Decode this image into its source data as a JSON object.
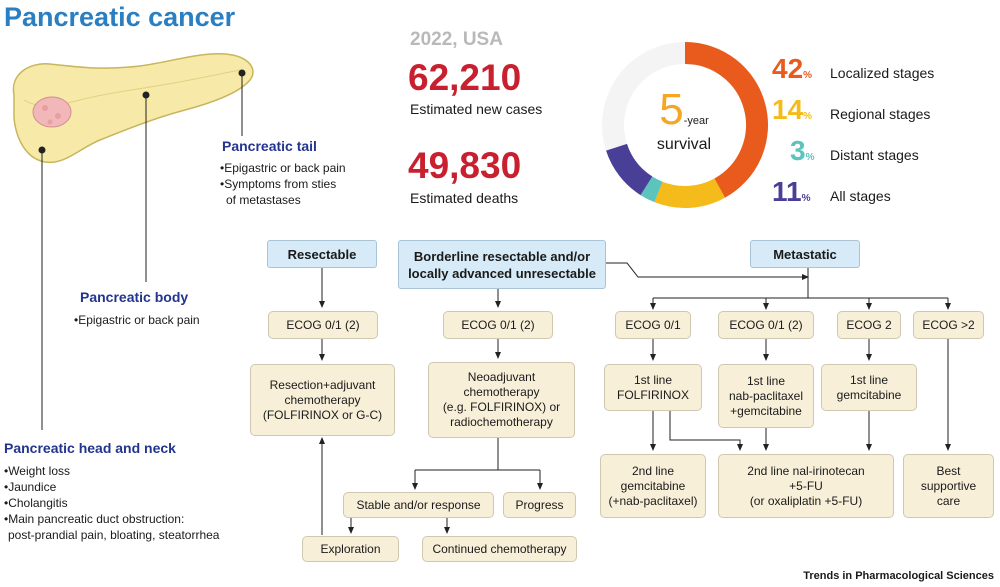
{
  "title": "Pancreatic cancer",
  "anatomy": {
    "tail": {
      "title": "Pancreatic tail",
      "symptoms": [
        "•Epigastric or back pain",
        "•Symptoms from sties",
        "of metastases"
      ]
    },
    "body": {
      "title": "Pancreatic body",
      "symptoms": [
        "•Epigastric or back pain"
      ]
    },
    "head": {
      "title": "Pancreatic head and neck",
      "symptoms": [
        "•Weight loss",
        "•Jaundice",
        "•Cholangitis",
        "•Main pancreatic duct obstruction:",
        "post-prandial pain, bloating, steatorrhea"
      ]
    }
  },
  "stats": {
    "region": "2022, USA",
    "new_cases": {
      "value": "62,210",
      "label": "Estimated new cases"
    },
    "deaths": {
      "value": "49,830",
      "label": "Estimated deaths"
    }
  },
  "survival": {
    "center_number": "5",
    "center_suffix": "-year",
    "center_label": "survival",
    "stages": [
      {
        "value": "42",
        "unit": "%",
        "label": "Localized stages",
        "color": "#e95a1d"
      },
      {
        "value": "14",
        "unit": "%",
        "label": "Regional stages",
        "color": "#f5bb1a"
      },
      {
        "value": "3",
        "unit": "%",
        "label": "Distant stages",
        "color": "#5cc3bd"
      },
      {
        "value": "11",
        "unit": "%",
        "label": "All stages",
        "color": "#4a3f96"
      }
    ],
    "ring_background": "#f4f4f4"
  },
  "flow": {
    "resectable": {
      "header": "Resectable",
      "ecog": "ECOG 0/1 (2)",
      "treatment": [
        "Resection+adjuvant",
        "chemotherapy",
        "(FOLFIRINOX or G-C)"
      ]
    },
    "borderline": {
      "header": [
        "Borderline resectable and/or",
        "locally advanced unresectable"
      ],
      "ecog": "ECOG 0/1 (2)",
      "treatment": [
        "Neoadjuvant",
        "chemotherapy",
        "(e.g. FOLFIRINOX) or",
        "radiochemotherapy"
      ],
      "stable": "Stable and/or response",
      "progress": "Progress",
      "exploration": "Exploration",
      "continued": "Continued chemotherapy"
    },
    "metastatic": {
      "header": "Metastatic",
      "ecog": [
        "ECOG 0/1",
        "ECOG 0/1 (2)",
        "ECOG 2",
        "ECOG >2"
      ],
      "first_line_a": [
        "1st line",
        "FOLFIRINOX"
      ],
      "first_line_b": [
        "1st line",
        "nab-paclitaxel",
        "+gemcitabine"
      ],
      "first_line_c": [
        "1st line",
        "gemcitabine"
      ],
      "second_line_a": [
        "2nd line",
        "gemcitabine",
        "(+nab-paclitaxel)"
      ],
      "second_line_b": [
        "2nd line nal-irinotecan",
        "+5-FU",
        "(or oxaliplatin +5-FU)"
      ],
      "best_care": [
        "Best",
        "supportive",
        "care"
      ]
    }
  },
  "credit": "Trends in Pharmacological Sciences"
}
